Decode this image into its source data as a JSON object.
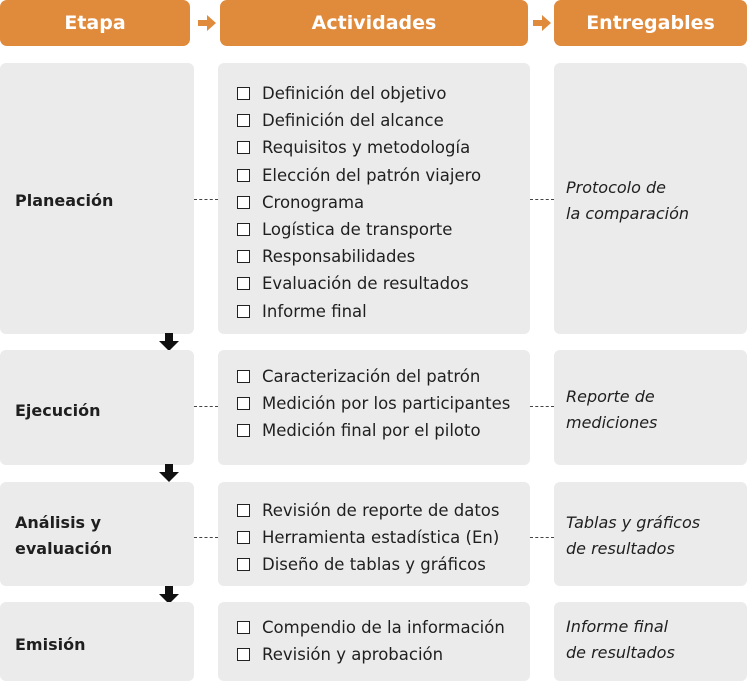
{
  "headers": {
    "stage": "Etapa",
    "activities": "Actividades",
    "deliverables": "Entregables"
  },
  "colors": {
    "header_bg": "#e08a3c",
    "header_text": "#ffffff",
    "box_bg": "#ebebeb"
  },
  "icons": {
    "header_arrow": "right-arrow-icon",
    "stage_arrow": "down-arrow-icon",
    "activity_marker": "checkbox-icon"
  },
  "stages": [
    {
      "name": "Planeación",
      "activities": [
        "Definición del objetivo",
        "Definición del alcance",
        "Requisitos y metodología",
        "Elección del patrón viajero",
        "Cronograma",
        "Logística de transporte",
        "Responsabilidades",
        "Evaluación de resultados",
        "Informe final"
      ],
      "deliverable": "Protocolo de\nla comparación"
    },
    {
      "name": "Ejecución",
      "activities": [
        "Caracterización del patrón",
        "Medición por los participantes",
        "Medición final por el piloto"
      ],
      "deliverable": "Reporte de\nmediciones"
    },
    {
      "name": "Análisis y\nevaluación",
      "activities": [
        "Revisión de reporte de datos",
        "Herramienta estadística (En)",
        "Diseño de tablas y gráficos"
      ],
      "deliverable": "Tablas y gráficos\nde resultados"
    },
    {
      "name": "Emisión",
      "activities": [
        "Compendio de la información",
        "Revisión y aprobación"
      ],
      "deliverable": "Informe final\nde resultados"
    }
  ]
}
